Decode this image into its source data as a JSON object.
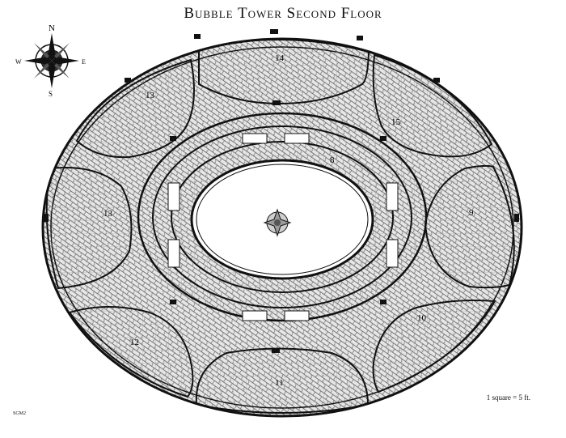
{
  "title": "Bubble Tower Second Floor",
  "compass": {
    "north": "N",
    "south": "S",
    "east": "E",
    "west": "W"
  },
  "scale_note": "1 square = 5 ft.",
  "map_code": "SGM2",
  "rooms": [
    {
      "number": "8"
    },
    {
      "number": "9"
    },
    {
      "number": "10"
    },
    {
      "number": "11"
    },
    {
      "number": "12"
    },
    {
      "number": "13"
    },
    {
      "number": "13"
    },
    {
      "number": "14"
    },
    {
      "number": "15"
    }
  ],
  "colors": {
    "ink": "#111111",
    "grid": "#9a9a9a",
    "paper": "#ffffff",
    "wall_fill": "#d8d8d8"
  }
}
